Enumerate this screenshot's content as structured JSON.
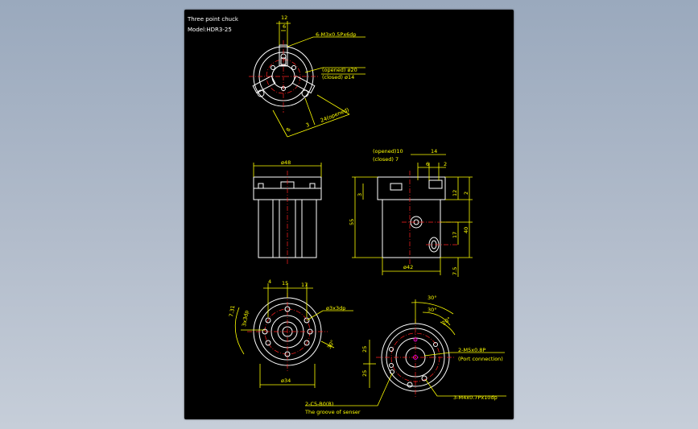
{
  "title": {
    "line1": "Three point chuck",
    "line2": "Model:HDR3-25"
  },
  "labels": {
    "top_12": "12",
    "top_6": "6",
    "thread": "6-M3x0.5Px6dp",
    "opened": "(opened) ø20",
    "closed": "(closed)  ø14",
    "a3": "3",
    "a24": "24(opened)",
    "a8": "8",
    "front_dia": "ø48",
    "side_opened": "(opened)10",
    "side_closed": "(closed) 7",
    "side_14": "14",
    "side_6": "6",
    "side_2a": "2",
    "side_12": "12",
    "side_2b": "2",
    "side_3": "3",
    "side_55": "55",
    "side_40": "40",
    "side_17": "17",
    "side_75": "7.5",
    "side_dia42": "ø42",
    "bl_4": "4",
    "bl_15": "15",
    "bl_17": "17",
    "bl_3x3dp_v": "3x3dp",
    "bl_731": "7.31",
    "bl_hole": "ø3x3dp",
    "bl_30": "30°",
    "bl_dia34": "ø34",
    "br_30a": "30°",
    "br_30b": "30°",
    "br_20": "20°",
    "br_m5": "2-M5x0.8P",
    "br_port": "(Port connection)",
    "br_25a": "25",
    "br_25b": "25",
    "br_m4": "3-M4x0.7Px10dp",
    "groove1": "2-C5-B0(B)",
    "groove2": "The groove of senser"
  }
}
